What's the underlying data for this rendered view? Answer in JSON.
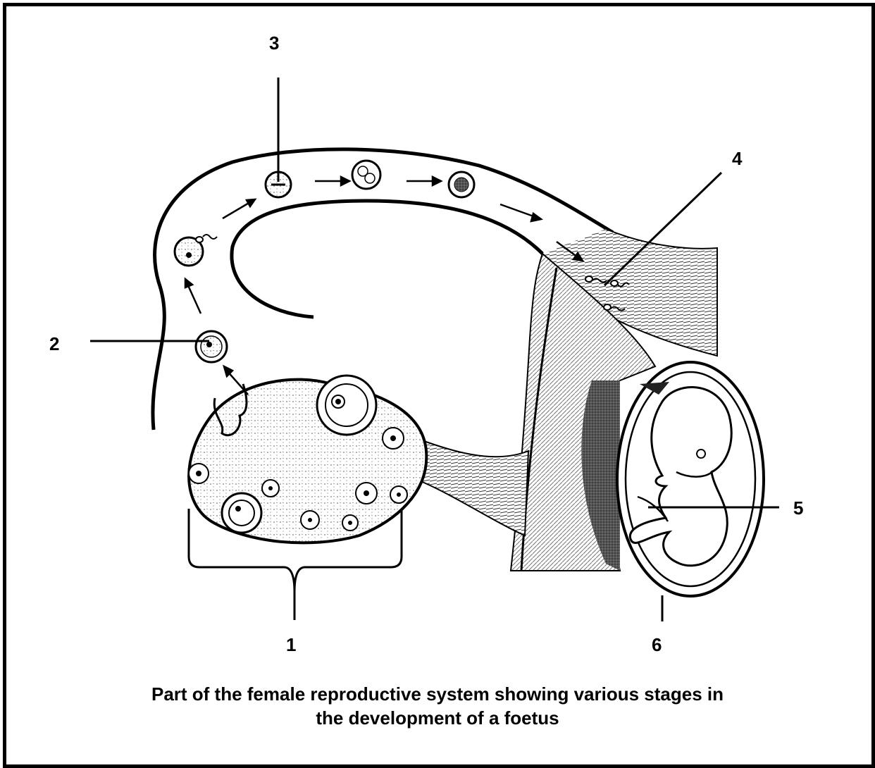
{
  "labels": {
    "l1": "1",
    "l2": "2",
    "l3": "3",
    "l4": "4",
    "l5": "5",
    "l6": "6"
  },
  "caption": {
    "line1": "Part of the female reproductive system showing various stages in",
    "line2": "the development of a foetus"
  }
}
